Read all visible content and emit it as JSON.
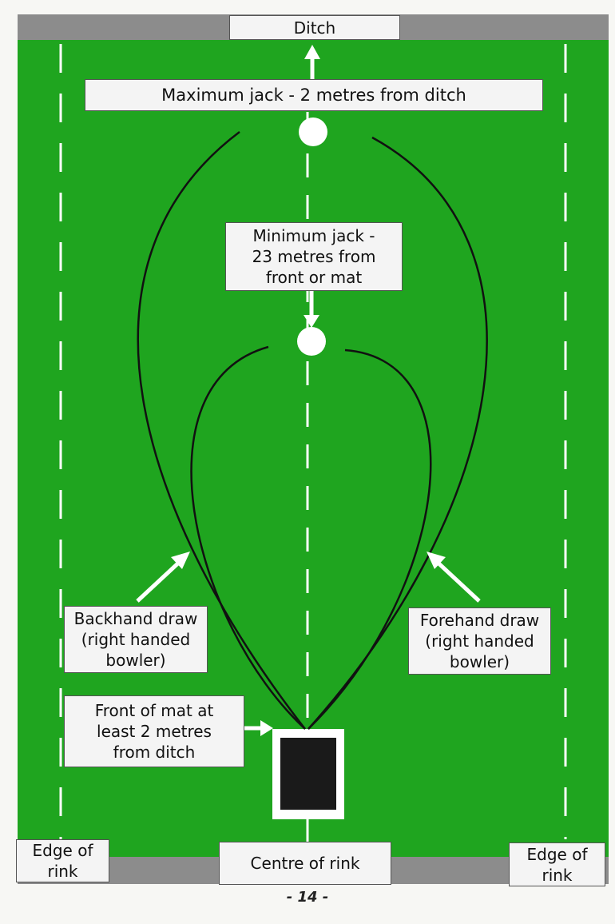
{
  "labels": {
    "ditch": "Ditch",
    "max_jack": "Maximum jack - 2 metres from ditch",
    "min_jack": "Minimum jack -\n23 metres from\nfront or mat",
    "backhand": "Backhand draw\n(right handed\nbowler)",
    "forehand": "Forehand draw\n(right handed\nbowler)",
    "front_of_mat": "Front of mat at\nleast 2 metres\nfrom ditch",
    "edge_left": "Edge of\nrink",
    "centre": "Centre of rink",
    "edge_right": "Edge of\nrink"
  },
  "page_number": "- 14 -",
  "colors": {
    "green": "#1fa51f",
    "ditch_gray": "#8c8c8c",
    "label_bg": "#f4f4f4",
    "mat": "#1a1a1a"
  }
}
